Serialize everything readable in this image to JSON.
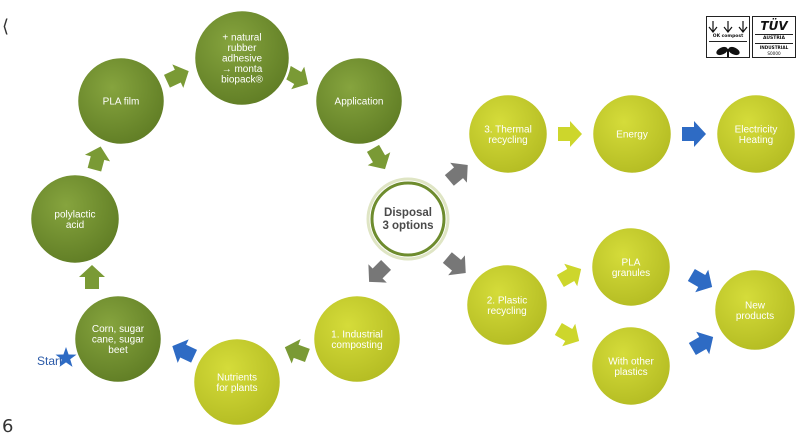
{
  "nodes": {
    "natural_rubber": [
      "+ natural",
      "rubber",
      "adhesive",
      "→ monta",
      "biopack®"
    ],
    "pla_film": [
      "PLA film"
    ],
    "application": [
      "Application"
    ],
    "polylactic_acid": [
      "polylactic",
      "acid"
    ],
    "disposal": [
      "Disposal",
      "3 options"
    ],
    "thermal_recycling": [
      "3. Thermal",
      "recycling"
    ],
    "energy": [
      "Energy"
    ],
    "electricity_heating": [
      "Electricity",
      "Heating"
    ],
    "corn_sugar": [
      "Corn, sugar",
      "cane, sugar",
      "beet"
    ],
    "industrial_composting": [
      "1. Industrial",
      "composting"
    ],
    "nutrients": [
      "Nutrients",
      "for plants"
    ],
    "plastic_recycling": [
      "2. Plastic",
      "recycling"
    ],
    "pla_granules": [
      "PLA",
      "granules"
    ],
    "new_products": [
      "New",
      "products"
    ],
    "with_other_plastics": [
      "With other",
      "plastics"
    ]
  },
  "start_label": "Start",
  "corner_marks": {
    "top_left": "⟨",
    "bottom_left": "6"
  },
  "certification": {
    "ok_compost": "OK compost",
    "tuv": "TÜV",
    "austria": "AUSTRIA",
    "industrial": "INDUSTRIAL",
    "code": "S0000"
  },
  "colors": {
    "cycle_green": "#6e8c2e",
    "lime": "#c3cc2c",
    "arrow_green": "#7a9a35",
    "arrow_lime": "#cdd62c",
    "arrow_blue": "#2e6bc4",
    "arrow_gray": "#777777",
    "ring": "#dfe5c4"
  }
}
